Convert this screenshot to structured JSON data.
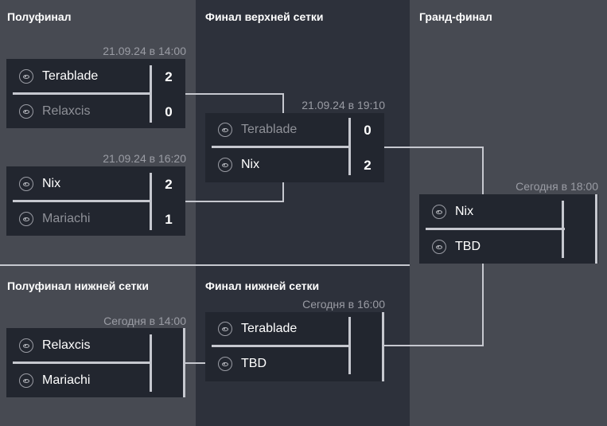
{
  "columns": {
    "semifinal": "Полуфинал",
    "upper_final": "Финал верхней сетки",
    "grand_final": "Гранд-финал",
    "lower_semifinal": "Полуфинал нижней сетки",
    "lower_final": "Финал нижней сетки"
  },
  "matches": {
    "semi1": {
      "date": "21.09.24 в 14:00",
      "team1": {
        "name": "Terablade",
        "score": "2",
        "icon": "team-logo-icon"
      },
      "team2": {
        "name": "Relaxcis",
        "score": "0",
        "icon": "team-logo-icon"
      }
    },
    "semi2": {
      "date": "21.09.24 в 16:20",
      "team1": {
        "name": "Nix",
        "score": "2",
        "icon": "team-logo-icon"
      },
      "team2": {
        "name": "Mariachi",
        "score": "1",
        "icon": "team-logo-icon"
      }
    },
    "upper_final": {
      "date": "21.09.24 в 19:10",
      "team1": {
        "name": "Terablade",
        "score": "0",
        "icon": "team-logo-icon"
      },
      "team2": {
        "name": "Nix",
        "score": "2",
        "icon": "team-logo-icon"
      }
    },
    "grand_final": {
      "date": "Сегодня в 18:00",
      "team1": {
        "name": "Nix",
        "score": "",
        "icon": "team-logo-icon"
      },
      "team2": {
        "name": "TBD",
        "score": "",
        "icon": "team-logo-icon"
      }
    },
    "lower_semi": {
      "date": "Сегодня в 14:00",
      "team1": {
        "name": "Relaxcis",
        "score": "",
        "icon": "team-logo-icon"
      },
      "team2": {
        "name": "Mariachi",
        "score": "",
        "icon": "team-logo-icon"
      }
    },
    "lower_final": {
      "date": "Сегодня в 16:00",
      "team1": {
        "name": "Terablade",
        "score": "",
        "icon": "team-logo-icon"
      },
      "team2": {
        "name": "TBD",
        "score": "",
        "icon": "team-logo-icon"
      }
    }
  },
  "colors": {
    "panel_light": "#474a52",
    "panel_dark": "#2d313b",
    "card": "#22262f",
    "winner_text": "#ffffff",
    "loser_text": "#8f9198",
    "date_text": "#9a9ca4",
    "connector": "#c6c8cf"
  }
}
